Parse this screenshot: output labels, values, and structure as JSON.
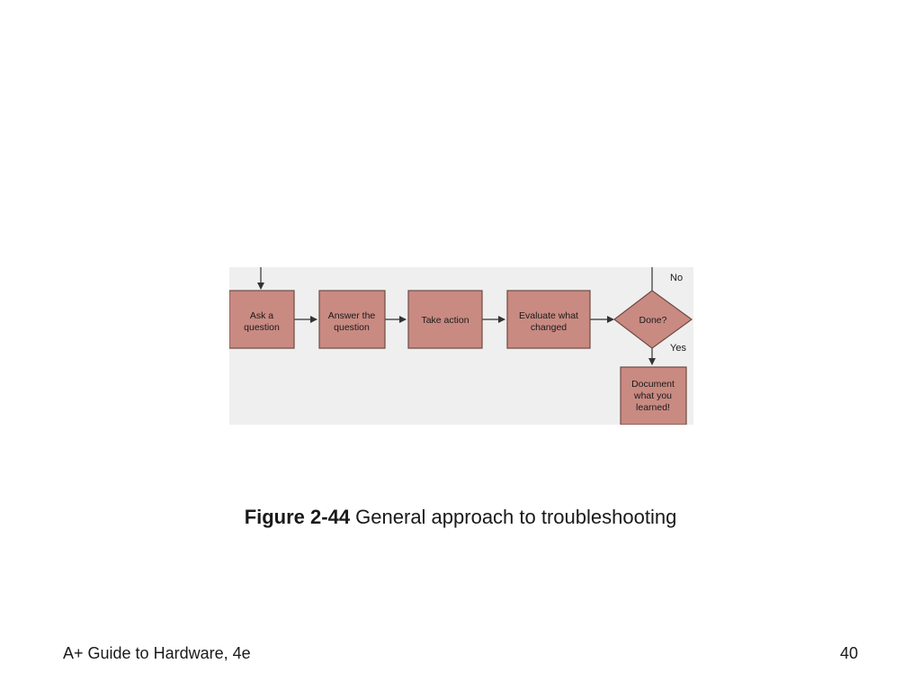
{
  "diagram": {
    "nodes": [
      {
        "id": "ask",
        "shape": "rect",
        "lines": [
          "Ask a",
          "question"
        ]
      },
      {
        "id": "answer",
        "shape": "rect",
        "lines": [
          "Answer the",
          "question"
        ]
      },
      {
        "id": "action",
        "shape": "rect",
        "lines": [
          "Take action"
        ]
      },
      {
        "id": "evaluate",
        "shape": "rect",
        "lines": [
          "Evaluate what",
          "changed"
        ]
      },
      {
        "id": "done",
        "shape": "diamond",
        "lines": [
          "Done?"
        ]
      },
      {
        "id": "document",
        "shape": "rect",
        "lines": [
          "Document",
          "what you",
          "learned!"
        ]
      }
    ],
    "edges": [
      {
        "from": "ask",
        "to": "answer",
        "label": ""
      },
      {
        "from": "answer",
        "to": "action",
        "label": ""
      },
      {
        "from": "action",
        "to": "evaluate",
        "label": ""
      },
      {
        "from": "evaluate",
        "to": "done",
        "label": ""
      },
      {
        "from": "done",
        "to": "ask",
        "label": "No"
      },
      {
        "from": "done",
        "to": "document",
        "label": "Yes"
      }
    ],
    "colors": {
      "box_fill": "#c98a82",
      "box_stroke": "#6e4a44",
      "arrow": "#333333",
      "panel_bg": "#efefef"
    }
  },
  "caption": {
    "number": "Figure 2-44",
    "text": " General approach to troubleshooting"
  },
  "footer": {
    "book_title": "A+ Guide to Hardware, 4e",
    "page_number": "40"
  }
}
